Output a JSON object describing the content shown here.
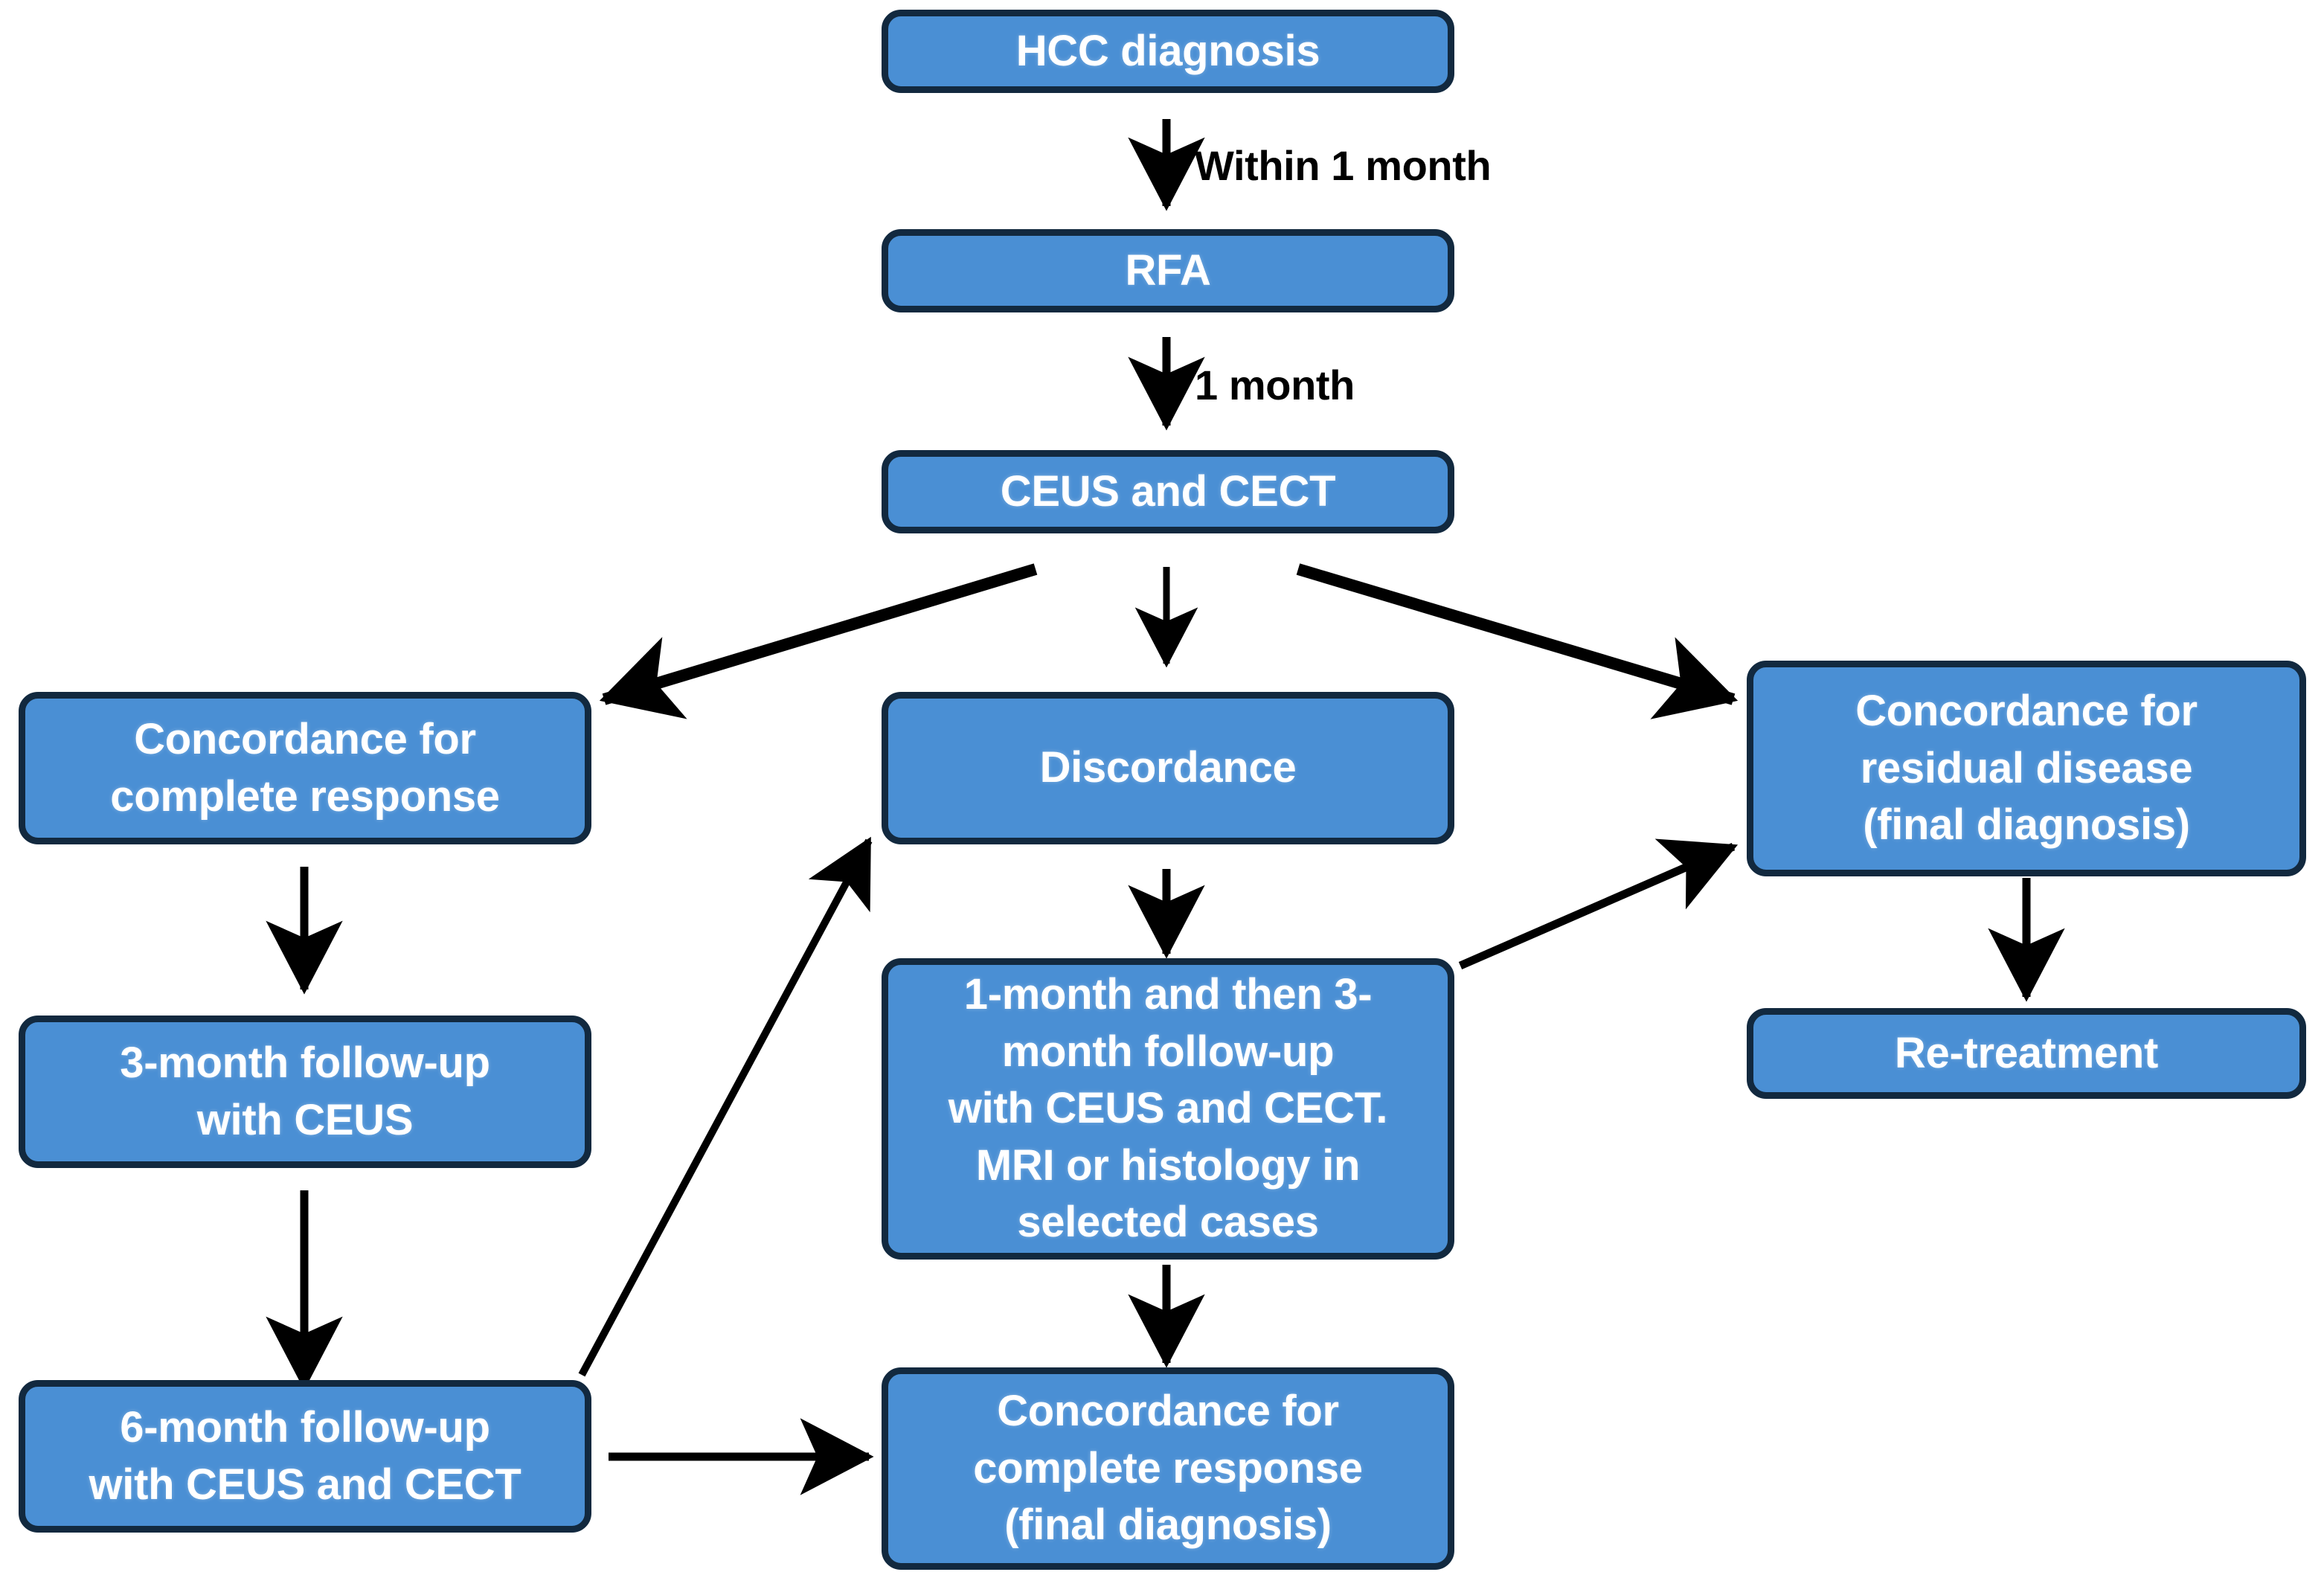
{
  "diagram": {
    "title": "HCC diagnosis and RFA follow-up flowchart",
    "colors": {
      "node_fill": "#4a8fd4",
      "node_border": "#12293f",
      "node_text": "#ffffff",
      "arrow": "#000000",
      "background": "#ffffff"
    },
    "nodes": [
      {
        "id": "hcc-diagnosis",
        "label": "HCC diagnosis"
      },
      {
        "id": "rfa",
        "label": "RFA"
      },
      {
        "id": "ceus-and-cect",
        "label": "CEUS and CECT"
      },
      {
        "id": "concordance-complete-response",
        "label": "Concordance for\ncomplete response"
      },
      {
        "id": "discordance",
        "label": "Discordance"
      },
      {
        "id": "concordance-residual-disease",
        "label": "Concordance for\nresidual disease\n(final diagnosis)"
      },
      {
        "id": "three-month-follow-up",
        "label": "3-month follow-up\nwith CEUS"
      },
      {
        "id": "followup-detail",
        "label": "1-month and then 3-\nmonth follow-up\nwith CEUS and CECT.\nMRI or histology in\nselected cases"
      },
      {
        "id": "re-treatment",
        "label": "Re-treatment"
      },
      {
        "id": "six-month-follow-up",
        "label": "6-month follow-up\nwith CEUS and CECT"
      },
      {
        "id": "concordance-complete-response-final",
        "label": "Concordance for\ncomplete response\n(final diagnosis)"
      }
    ],
    "edge_labels": [
      {
        "id": "within-one-month",
        "text": "Within 1 month"
      },
      {
        "id": "one-month",
        "text": "1 month"
      }
    ],
    "edges": [
      {
        "from": "hcc-diagnosis",
        "to": "rfa",
        "label": "Within 1 month"
      },
      {
        "from": "rfa",
        "to": "ceus-and-cect",
        "label": "1 month"
      },
      {
        "from": "ceus-and-cect",
        "to": "concordance-complete-response",
        "label": ""
      },
      {
        "from": "ceus-and-cect",
        "to": "discordance",
        "label": ""
      },
      {
        "from": "ceus-and-cect",
        "to": "concordance-residual-disease",
        "label": ""
      },
      {
        "from": "concordance-complete-response",
        "to": "three-month-follow-up",
        "label": ""
      },
      {
        "from": "three-month-follow-up",
        "to": "six-month-follow-up",
        "label": ""
      },
      {
        "from": "six-month-follow-up",
        "to": "discordance",
        "label": ""
      },
      {
        "from": "six-month-follow-up",
        "to": "concordance-complete-response-final",
        "label": ""
      },
      {
        "from": "discordance",
        "to": "followup-detail",
        "label": ""
      },
      {
        "from": "followup-detail",
        "to": "concordance-residual-disease",
        "label": ""
      },
      {
        "from": "followup-detail",
        "to": "concordance-complete-response-final",
        "label": ""
      },
      {
        "from": "concordance-residual-disease",
        "to": "re-treatment",
        "label": ""
      }
    ]
  }
}
